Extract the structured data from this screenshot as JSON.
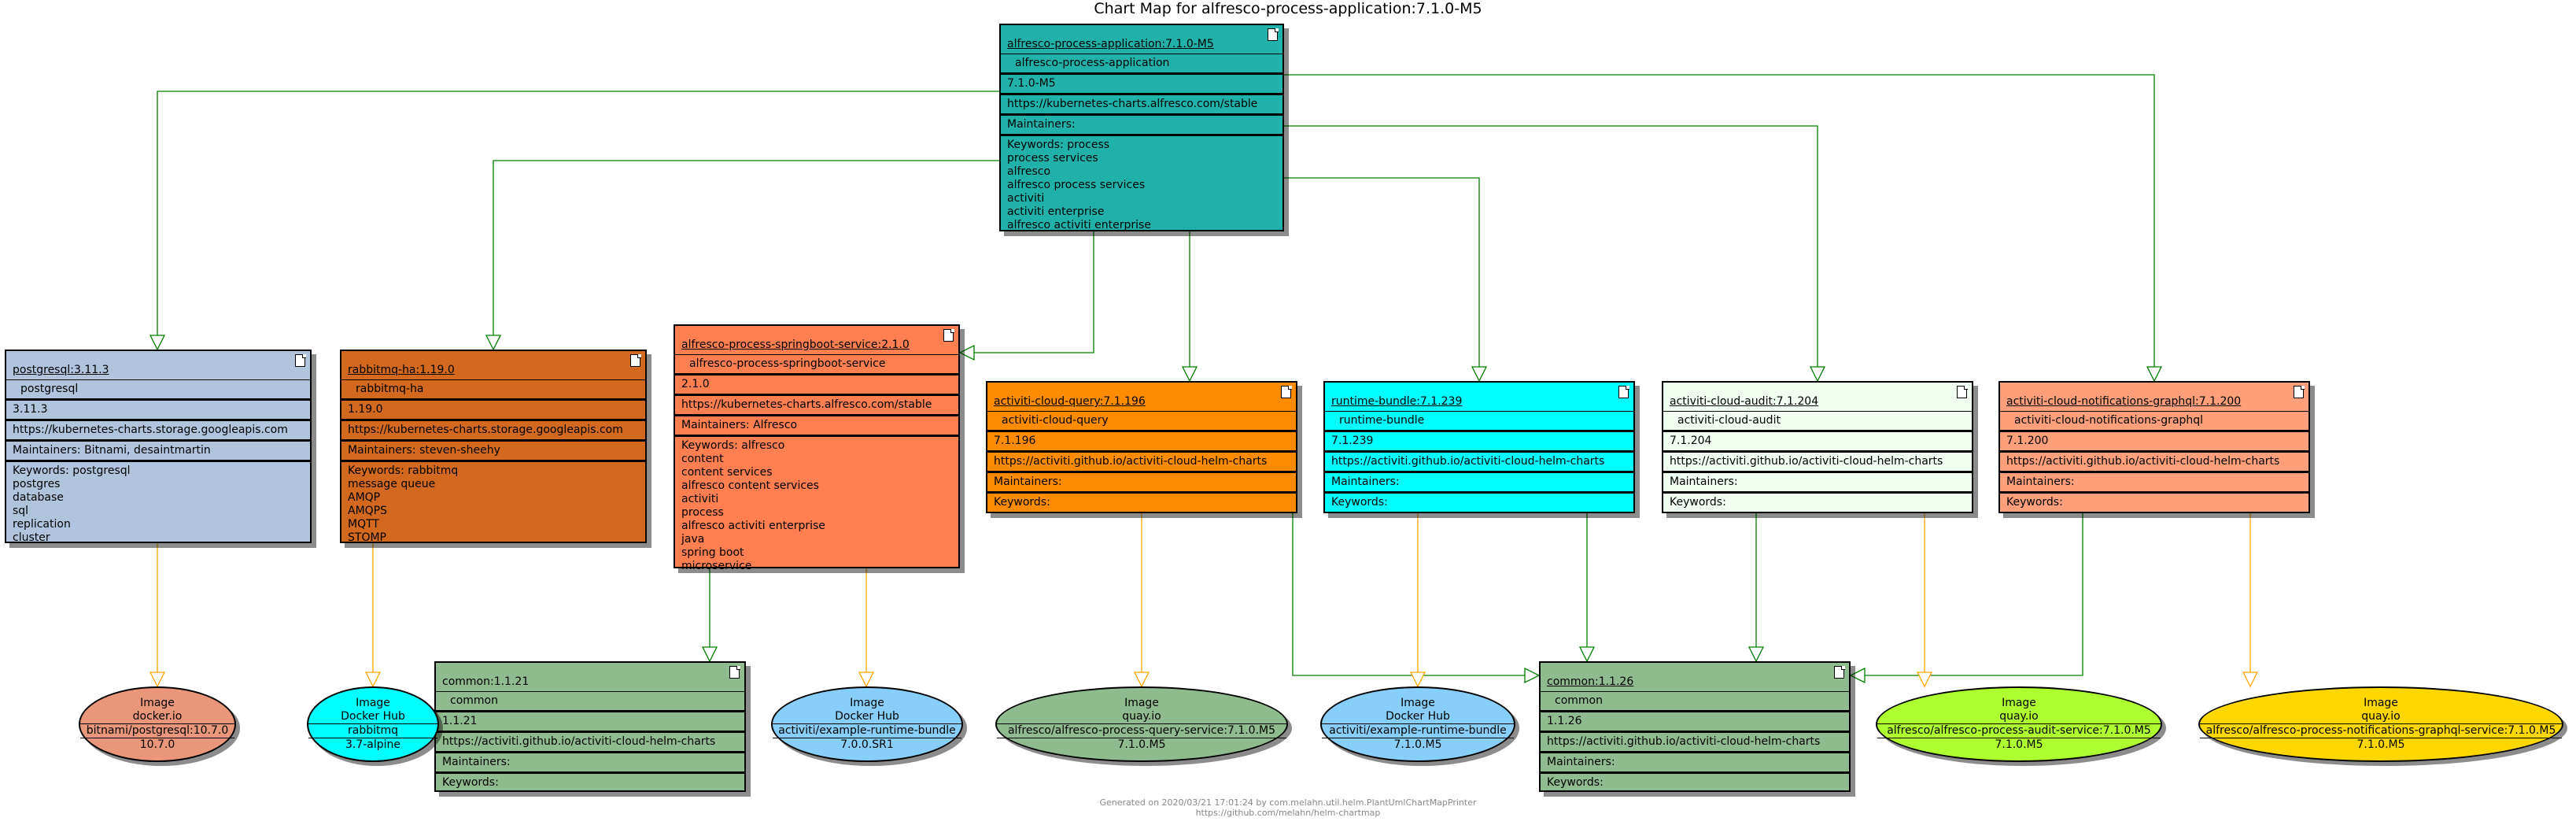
{
  "title": "Chart Map for alfresco-process-application:7.1.0-M5",
  "footer": {
    "line1": "Generated on 2020/03/21 17:01:24 by com.melahn.util.helm.PlantUmlChartMapPrinter",
    "line2": "https://github.com/melahn/helm-chartmap"
  },
  "colors": {
    "root": "#20b2aa",
    "postgresql": "#b0c4de",
    "rabbitmq": "#d2691e",
    "springboot": "#ff7f50",
    "query": "#ff8c00",
    "runtime": "#00ffff",
    "audit": "#f0fff0",
    "notifications": "#ffa07a",
    "common": "#8fbc8f",
    "dependency_arrow": "#008000",
    "image_arrow": "#ffa500"
  },
  "charts": {
    "root": {
      "head": "alfresco-process-application:7.1.0-M5",
      "name": "alfresco-process-application",
      "version": "7.1.0-M5",
      "repo": "https://kubernetes-charts.alfresco.com/stable",
      "maintainers": "Maintainers:",
      "keywords": [
        "Keywords: process",
        "process services",
        "alfresco",
        "alfresco process services",
        "activiti",
        "activiti enterprise",
        "alfresco activiti enterprise"
      ]
    },
    "postgresql": {
      "head": "postgresql:3.11.3",
      "name": "postgresql",
      "version": "3.11.3",
      "repo": "https://kubernetes-charts.storage.googleapis.com",
      "maintainers": "Maintainers: Bitnami, desaintmartin",
      "keywords": [
        "Keywords: postgresql",
        "postgres",
        "database",
        "sql",
        "replication",
        "cluster"
      ]
    },
    "rabbitmq": {
      "head": "rabbitmq-ha:1.19.0",
      "name": "rabbitmq-ha",
      "version": "1.19.0",
      "repo": "https://kubernetes-charts.storage.googleapis.com",
      "maintainers": "Maintainers: steven-sheehy",
      "keywords": [
        "Keywords: rabbitmq",
        "message queue",
        "AMQP",
        "AMQPS",
        "MQTT",
        "STOMP"
      ]
    },
    "springboot": {
      "head": "alfresco-process-springboot-service:2.1.0",
      "name": "alfresco-process-springboot-service",
      "version": "2.1.0",
      "repo": "https://kubernetes-charts.alfresco.com/stable",
      "maintainers": "Maintainers: Alfresco",
      "keywords": [
        "Keywords: alfresco",
        "content",
        "content services",
        "alfresco content services",
        "activiti",
        "process",
        "alfresco activiti enterprise",
        "java",
        "spring boot",
        "microservice"
      ]
    },
    "query": {
      "head": "activiti-cloud-query:7.1.196",
      "name": "activiti-cloud-query",
      "version": "7.1.196",
      "repo": "https://activiti.github.io/activiti-cloud-helm-charts",
      "maintainers": "Maintainers:",
      "keywords": [
        "Keywords:"
      ]
    },
    "runtime": {
      "head": "runtime-bundle:7.1.239",
      "name": "runtime-bundle",
      "version": "7.1.239",
      "repo": "https://activiti.github.io/activiti-cloud-helm-charts",
      "maintainers": "Maintainers:",
      "keywords": [
        "Keywords:"
      ]
    },
    "audit": {
      "head": "activiti-cloud-audit:7.1.204",
      "name": "activiti-cloud-audit",
      "version": "7.1.204",
      "repo": "https://activiti.github.io/activiti-cloud-helm-charts",
      "maintainers": "Maintainers:",
      "keywords": [
        "Keywords:"
      ]
    },
    "notifications": {
      "head": "activiti-cloud-notifications-graphql:7.1.200",
      "name": "activiti-cloud-notifications-graphql",
      "version": "7.1.200",
      "repo": "https://activiti.github.io/activiti-cloud-helm-charts",
      "maintainers": "Maintainers:",
      "keywords": [
        "Keywords:"
      ]
    },
    "common1": {
      "head": "common:1.1.21",
      "name": "common",
      "version": "1.1.21",
      "repo": "https://activiti.github.io/activiti-cloud-helm-charts",
      "maintainers": "Maintainers:",
      "keywords": [
        "Keywords:"
      ]
    },
    "common2": {
      "head": "common:1.1.26",
      "name": "common",
      "version": "1.1.26",
      "repo": "https://activiti.github.io/activiti-cloud-helm-charts",
      "maintainers": "Maintainers:",
      "keywords": [
        "Keywords:"
      ]
    }
  },
  "images": {
    "postgres": {
      "label": "Image",
      "registry": "docker.io",
      "name": "bitnami/postgresql:10.7.0",
      "tag": "10.7.0",
      "color": "#e9967a"
    },
    "rabbit": {
      "label": "Image",
      "registry": "Docker Hub",
      "name": "rabbitmq",
      "tag": "3.7-alpine",
      "color": "#00ffff"
    },
    "springboot": {
      "label": "Image",
      "registry": "Docker Hub",
      "name": "activiti/example-runtime-bundle",
      "tag": "7.0.0.SR1",
      "color": "#87cefa"
    },
    "query": {
      "label": "Image",
      "registry": "quay.io",
      "name": "alfresco/alfresco-process-query-service:7.1.0.M5",
      "tag": "7.1.0.M5",
      "color": "#8fbc8f"
    },
    "runtime": {
      "label": "Image",
      "registry": "Docker Hub",
      "name": "activiti/example-runtime-bundle",
      "tag": "7.1.0.M5",
      "color": "#87cefa"
    },
    "audit": {
      "label": "Image",
      "registry": "quay.io",
      "name": "alfresco/alfresco-process-audit-service:7.1.0.M5",
      "tag": "7.1.0.M5",
      "color": "#adff2f"
    },
    "notifications": {
      "label": "Image",
      "registry": "quay.io",
      "name": "alfresco/alfresco-process-notifications-graphql-service:7.1.0.M5",
      "tag": "7.1.0.M5",
      "color": "#ffd700"
    }
  }
}
